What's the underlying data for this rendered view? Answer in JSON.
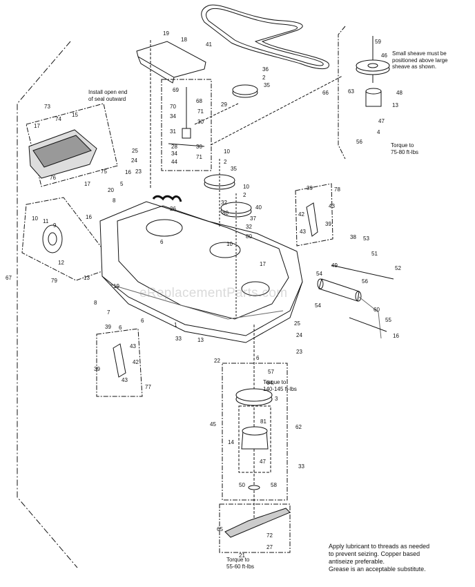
{
  "watermark": "eReplacementParts.com",
  "notes": {
    "seal": "Install open end\nof seal outward",
    "sheave": "Small sheave must be\npositioned above large\nsheave as shown.",
    "torque_top": "Torque to\n75-80 ft-lbs",
    "torque_mid": "Torque to\n140-145 ft-lbs",
    "torque_bottom": "Torque to\n55-60 ft-lbs",
    "lubricant": "Apply lubricant to threads as needed\nto prevent seizing.  Copper based\nantiseize preferable.\nGrease is an acceptable substitute."
  },
  "labels": {
    "l19a": "19",
    "l18": "18",
    "l41": "41",
    "l59": "59",
    "l46": "46",
    "l36": "36",
    "l2a": "2",
    "l35a": "35",
    "l66": "66",
    "l63": "63",
    "l48": "48",
    "l13a": "13",
    "l47a": "47",
    "l4a": "4",
    "l56a": "56",
    "l69": "69",
    "l68": "68",
    "l70": "70",
    "l71a": "71",
    "l34a": "34",
    "l30a": "30",
    "l29": "29",
    "l31": "31",
    "l28": "28",
    "l30b": "30",
    "l34b": "34",
    "l71b": "71",
    "l44": "44",
    "l73": "73",
    "l74": "74",
    "l15": "15",
    "l17a": "17",
    "l75": "75",
    "l76": "76",
    "l17b": "17",
    "l25a": "25",
    "l24a": "24",
    "l23a": "23",
    "l16a": "16",
    "l5": "5",
    "l20": "20",
    "l8a": "8",
    "l26": "26",
    "l10a": "10",
    "l2b": "2",
    "l35b": "35",
    "l10b": "10",
    "l2c": "2",
    "l32a": "32",
    "l80a": "80",
    "l40": "40",
    "l37": "37",
    "l32b": "32",
    "l80b": "80",
    "l39a": "39",
    "l78": "78",
    "l43a": "43",
    "l42a": "42",
    "l39b": "39",
    "l43b": "43",
    "l10c": "10",
    "l11": "11",
    "l9": "9",
    "l16b": "16",
    "l6a": "6",
    "l12": "12",
    "l10d": "10",
    "l17c": "17",
    "l38": "38",
    "l53": "53",
    "l51": "51",
    "l52": "52",
    "l49": "49",
    "l54a": "54",
    "l56b": "56",
    "l54b": "54",
    "l60": "60",
    "l55": "55",
    "l16c": "16",
    "l67": "67",
    "l79": "79",
    "l13b": "13",
    "l19b": "19",
    "l8b": "8",
    "l7": "7",
    "l6b": "6",
    "l6c": "6",
    "l1": "1",
    "l33a": "33",
    "l13c": "13",
    "l25b": "25",
    "l24b": "24",
    "l23b": "23",
    "l22": "22",
    "l6d": "6",
    "l39c": "39",
    "l43c": "43",
    "l42b": "42",
    "l39d": "39",
    "l43d": "43",
    "l77": "77",
    "l57": "57",
    "l64": "64",
    "l3": "3",
    "l45": "45",
    "l81": "81",
    "l62": "62",
    "l14": "14",
    "l47b": "47",
    "l33b": "33",
    "l50": "50",
    "l58": "58",
    "l65": "65",
    "l72": "72",
    "l27": "27",
    "l21": "21"
  }
}
